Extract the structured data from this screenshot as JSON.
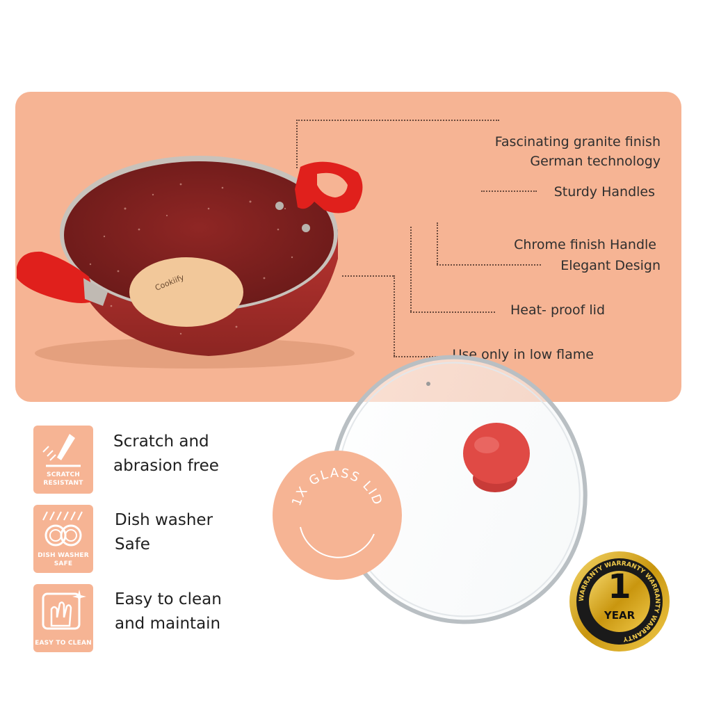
{
  "features": {
    "granite_finish": "Fascinating granite finish",
    "german_tech": "German technology",
    "sturdy_handles": "Sturdy Handles",
    "chrome_handle": "Chrome finish Handle",
    "elegant_design": "Elegant Design",
    "heat_proof_lid": "Heat- proof lid",
    "low_flame": "Use only in low flame"
  },
  "product": {
    "brand_label": "Cookiify"
  },
  "benefits": [
    {
      "icon": "knife-scratch-icon",
      "caption_line1": "SCRATCH",
      "caption_line2": "RESISTANT",
      "line1": "Scratch and",
      "line2": "abrasion free"
    },
    {
      "icon": "dishwasher-plates-icon",
      "caption_line1": "DISH WASHER",
      "caption_line2": "SAFE",
      "line1": "Dish washer",
      "line2": "Safe"
    },
    {
      "icon": "hand-wash-sparkle-icon",
      "caption_line1": "EASY TO CLEAN",
      "caption_line2": "",
      "line1": "Easy to clean",
      "line2": "and maintain"
    }
  ],
  "lid": {
    "label": "1X GLASS LID"
  },
  "warranty": {
    "number": "1",
    "unit": "YEAR",
    "ring_text": "WARRANTY WARRANTY WARRANTY WARRANTY"
  },
  "colors": {
    "panel": "#f6b494",
    "pan_red": "#b8302e",
    "handle_red": "#e0201c",
    "badge_gold": "#d4a017"
  }
}
